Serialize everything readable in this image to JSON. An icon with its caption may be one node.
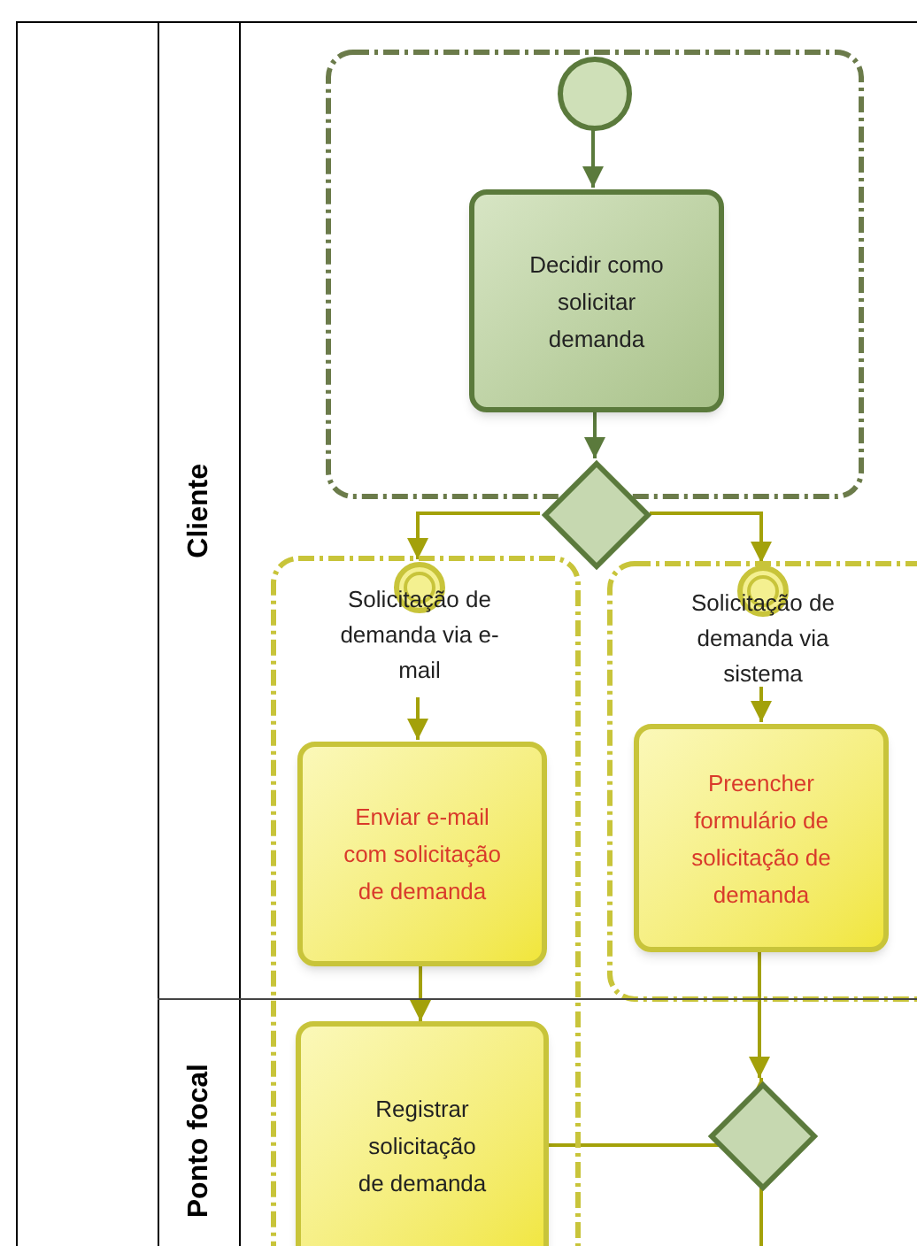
{
  "diagram": {
    "nodes": [
      {
        "text": [],
        "shape": "box"
      },
      {
        "text": [
          "Cliente"
        ],
        "in": 0
      },
      {
        "text": [],
        "shape": "box",
        "in": 1
      },
      {
        "text": [],
        "shape": "circle",
        "in": 2
      },
      {
        "text": [
          "Decidir como solicitar demanda"
        ],
        "in": 2
      },
      {
        "text": [],
        "shape": "diamond",
        "in": 1
      },
      {
        "text": [],
        "shape": "box",
        "in": 0
      },
      {
        "text": [
          "Solicitação de demanda via e-mail"
        ],
        "in": 6
      },
      {
        "text": [
          "Enviar e-mail com solicitação de demanda"
        ],
        "in": 6
      },
      {
        "text": [],
        "shape": "box",
        "in": 1
      },
      {
        "text": [
          "Solicitação de demanda via sistema"
        ],
        "in": 9
      },
      {
        "text": [
          "Preencher formulário de solicitação de demanda"
        ],
        "in": 9
      },
      {
        "text": [
          "Ponto focal"
        ],
        "in": 0
      },
      {
        "text": [
          "Registrar solicitação de demanda"
        ]
      },
      {
        "text": [],
        "shape": "diamond",
        "in": 12
      }
    ],
    "edges": [
      {
        "from": 3,
        "to": 4,
        "arrow": "to",
        "color": "#5b7a3c"
      },
      {
        "from": 4,
        "to": 5,
        "arrow": "to",
        "color": "#5b7a3c"
      },
      {
        "from": 5,
        "to": 7,
        "arrow": "to"
      },
      {
        "from": 5,
        "to": 10,
        "arrow": "to"
      },
      {
        "from": 7,
        "to": 8,
        "arrow": "to"
      },
      {
        "from": 10,
        "to": 11,
        "arrow": "to"
      },
      {
        "from": 8,
        "to": 13,
        "arrow": "to"
      },
      {
        "from": 11,
        "to": 14,
        "arrow": "to"
      },
      {
        "from": 13,
        "to": 14,
        "arrow": "to"
      },
      {
        "from": 14,
        "to": null,
        "arrow": "none"
      }
    ]
  }
}
